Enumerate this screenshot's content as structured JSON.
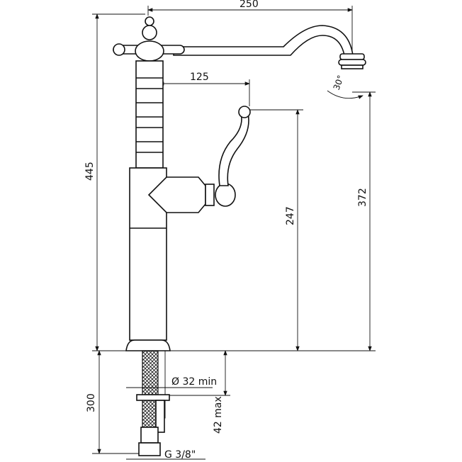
{
  "dimensions": {
    "spout_reach": "250",
    "lever_offset": "125",
    "total_height": "445",
    "lever_height": "247",
    "spout_height": "372",
    "hose_length": "300",
    "hole_diameter": "Ø 32 min",
    "max_deck_thickness": "42 max",
    "connection_thread": "G 3/8\"",
    "swivel_angle": "30°"
  }
}
